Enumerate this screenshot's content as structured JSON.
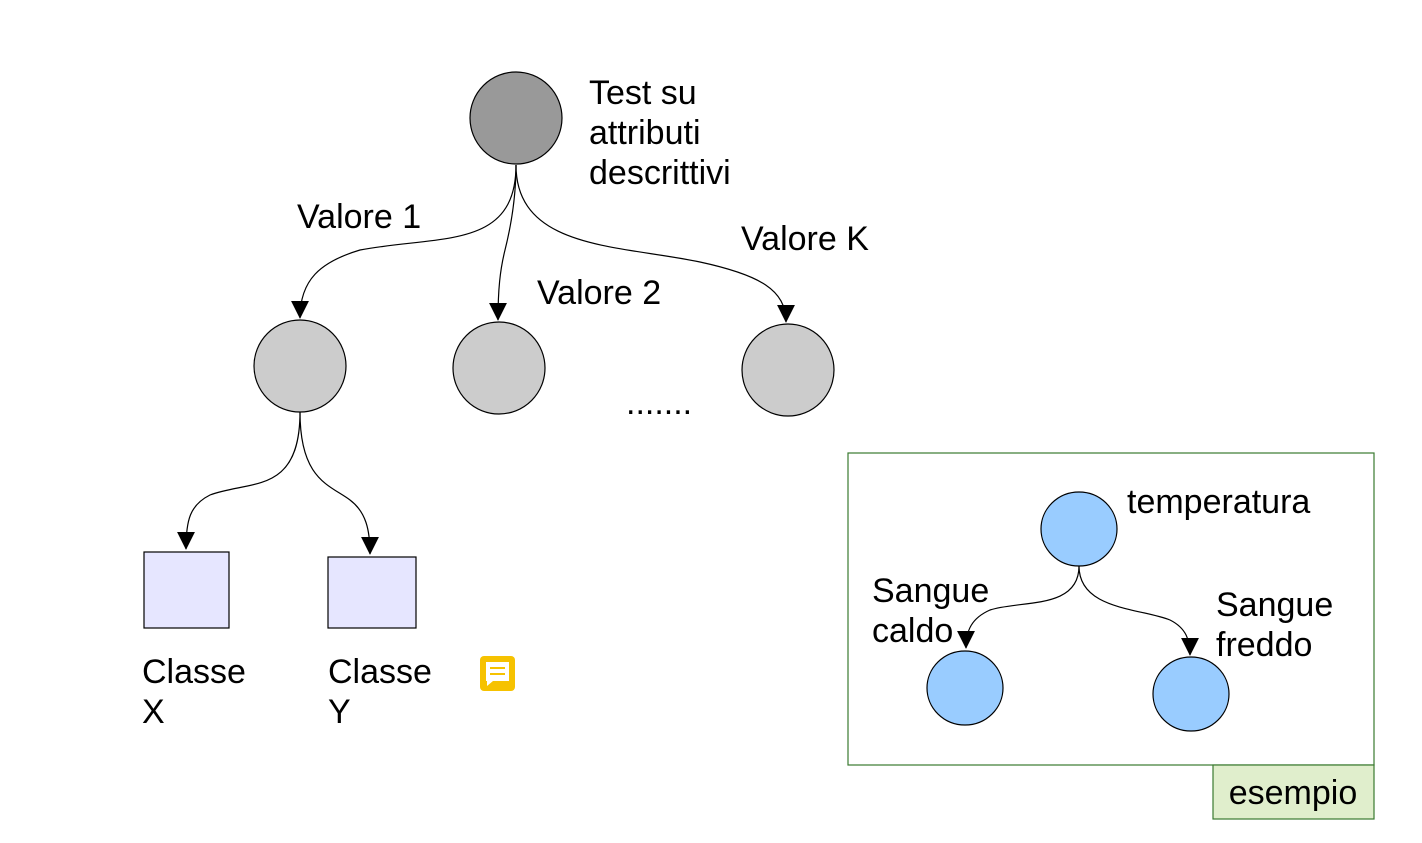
{
  "colors": {
    "root_node": "#999999",
    "child_node": "#cccccc",
    "leaf_node": "#e6e6ff",
    "example_node": "#99ccff",
    "example_border": "#3a7a30",
    "example_tab": "#e0eecc",
    "comment_icon": "#f6c200"
  },
  "tree": {
    "root_label": [
      "Test su",
      "attributi",
      "descrittivi"
    ],
    "edge_labels": {
      "value_1": "Valore 1",
      "value_2": "Valore 2",
      "value_k": "Valore K"
    },
    "ellipsis": ".......",
    "leaves": [
      {
        "line1": "Classe",
        "line2": "X"
      },
      {
        "line1": "Classe",
        "line2": "Y"
      }
    ]
  },
  "example": {
    "tab_label": "esempio",
    "root_label": "temperatura",
    "left_label": [
      "Sangue",
      "caldo"
    ],
    "right_label": [
      "Sangue",
      "freddo"
    ]
  },
  "icons": {
    "comment": "comment-icon"
  }
}
